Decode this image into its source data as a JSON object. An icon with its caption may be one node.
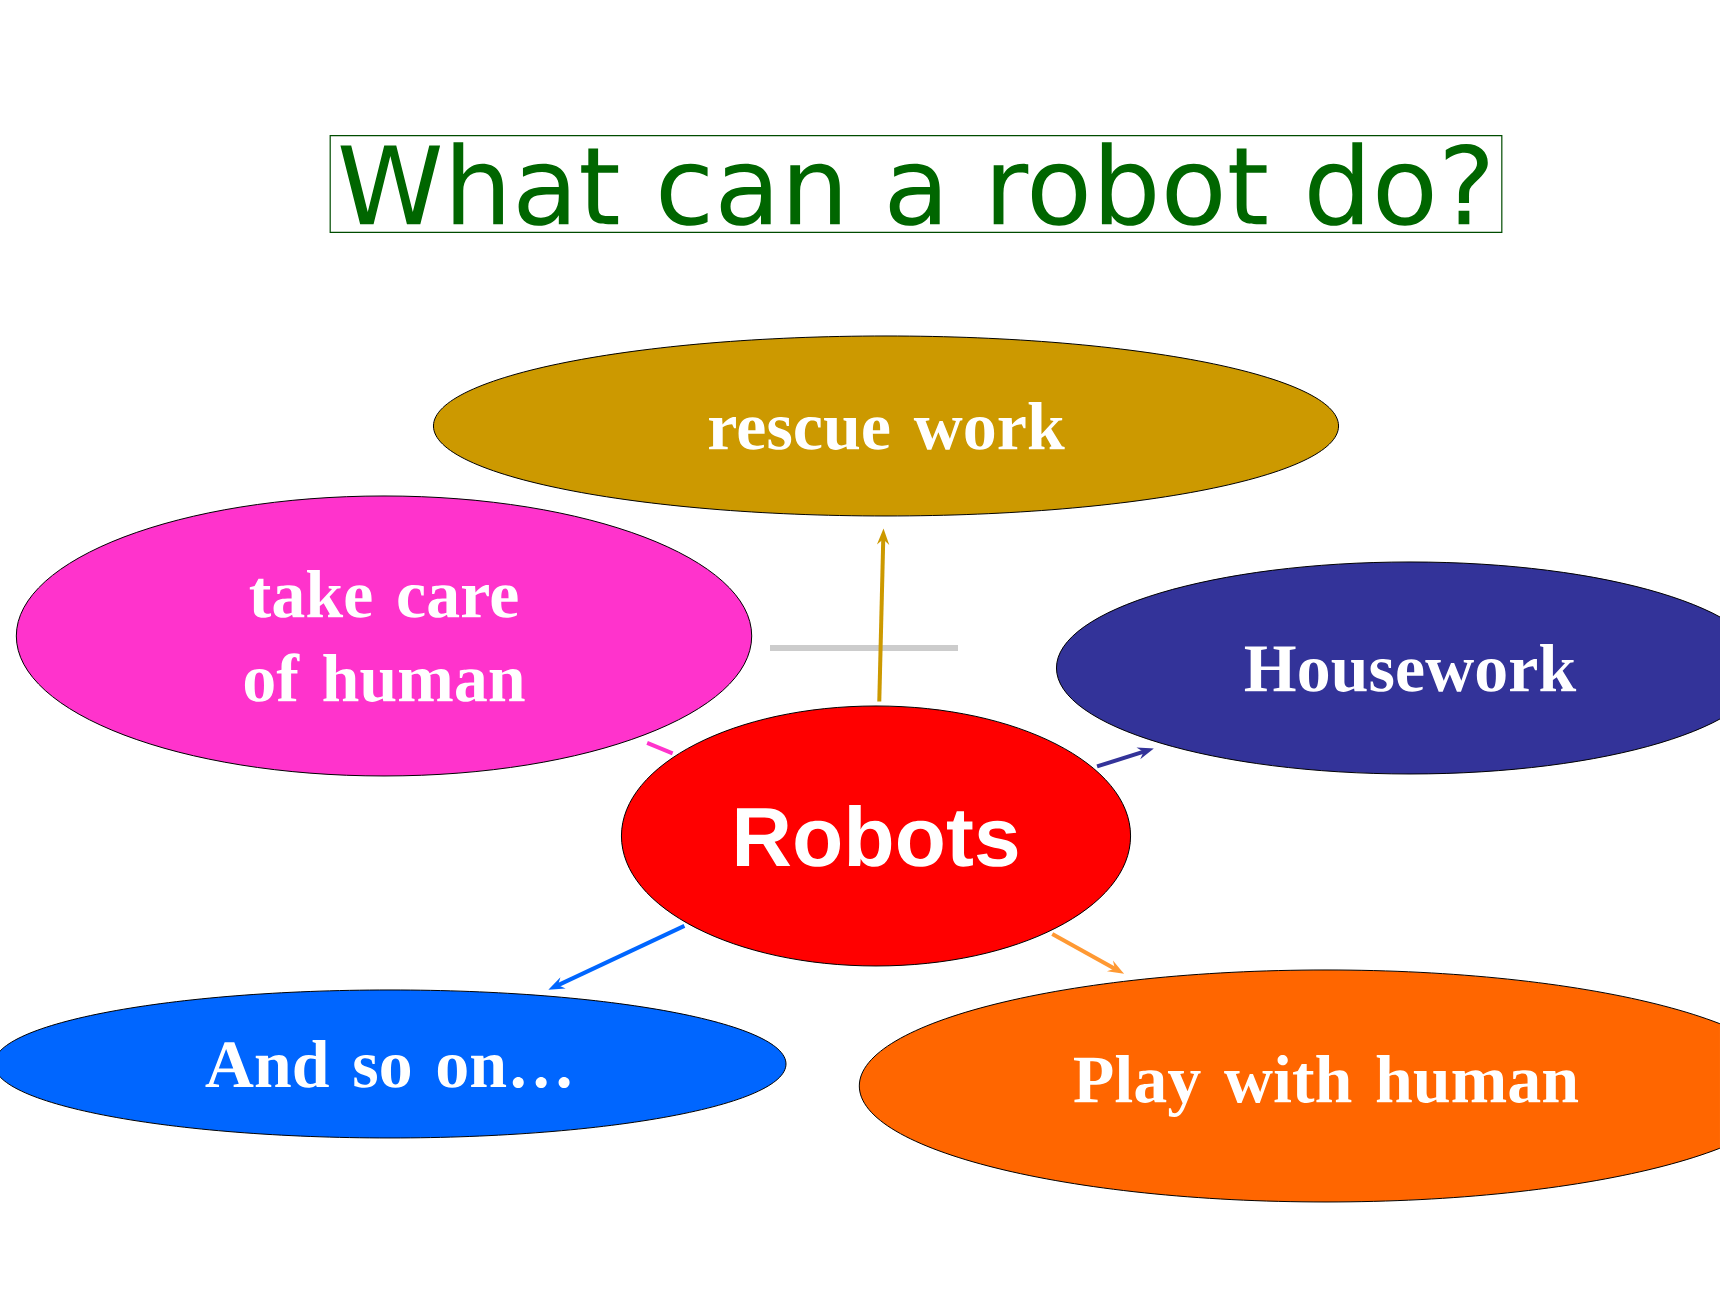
{
  "diagram": {
    "title": "What can a robot do?",
    "nodes": [
      {
        "text": [
          "rescue work"
        ]
      },
      {
        "text": [
          "take care of human"
        ]
      },
      {
        "text": [
          "Housework"
        ]
      },
      {
        "text": [
          "Robots"
        ]
      },
      {
        "text": [
          "And so on…"
        ]
      },
      {
        "text": [
          "Play with human"
        ]
      }
    ],
    "edges": [
      {
        "from": 3,
        "to": 0,
        "arrow": "to",
        "color": "#cc9900"
      },
      {
        "from": 3,
        "to": 1,
        "arrow": "none",
        "color": "#ff33cc"
      },
      {
        "from": 3,
        "to": 2,
        "arrow": "to",
        "color": "#333399"
      },
      {
        "from": 3,
        "to": 4,
        "arrow": "to",
        "color": "#0066ff"
      },
      {
        "from": 3,
        "to": 5,
        "arrow": "to",
        "color": "#ff9933"
      }
    ]
  }
}
